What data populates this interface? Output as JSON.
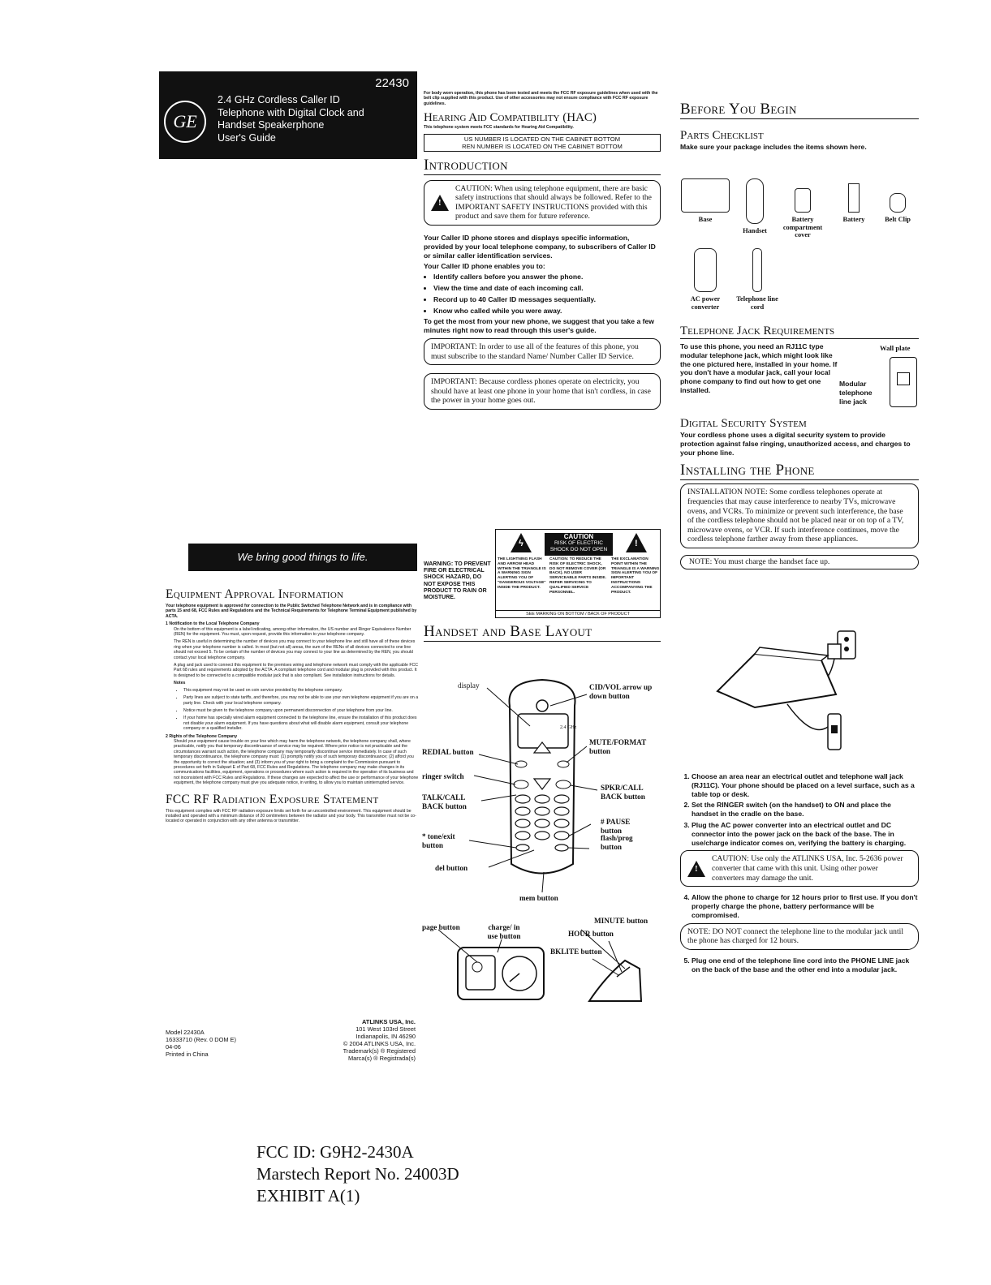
{
  "cover": {
    "model": "22430",
    "logo": "GE",
    "title_lines": [
      "2.4 GHz Cordless Caller ID",
      "Telephone with Digital Clock and",
      "Handset Speakerphone",
      "User's Guide"
    ],
    "tagline": "We bring good things to life."
  },
  "equipment": {
    "heading": "Equipment Approval Information",
    "intro": "Your telephone equipment is approved for connection to the Public Switched Telephone Network and is in compliance with parts 15 and 68, FCC Rules and Regulations and the Technical Requirements for Telephone Terminal Equipment published by ACTA.",
    "item1_title": "1  Notification to the Local Telephone Company",
    "item1_p1": "On the bottom of this equipment is a label indicating, among other information, the US number and Ringer Equivalence Number (REN) for the equipment. You must, upon request, provide this information to your telephone company.",
    "item1_p2": "The REN is useful in determining the number of devices you may connect to your telephone line and still have all of these devices ring when your telephone number is called. In most (but not all) areas, the sum of the RENs of all devices connected to one line should not exceed 5. To be certain of the number of devices you may connect to your line as determined by the REN, you should contact your local telephone company.",
    "item1_p3": "A plug and jack used to connect this equipment to the premises wiring and telephone network must comply with the applicable FCC Part 68 rules and requirements adopted by the ACTA. A compliant telephone cord and modular plug is provided with this product. It is designed to be connected to a compatible modular jack that is also compliant. See installation instructions for details.",
    "notes_title": "Notes",
    "notes": [
      "This equipment may not be used on coin service provided by the telephone company.",
      "Party lines are subject to state tariffs, and therefore, you may not be able to use your own telephone equipment if you are on a party line. Check with your local telephone company.",
      "Notice must be given to the telephone company upon permanent disconnection of your telephone from your line.",
      "If your home has specially wired alarm equipment connected to the telephone line, ensure the installation of this product does not disable your alarm equipment. If you have questions about what will disable alarm equipment, consult your telephone company or a qualified installer."
    ],
    "item2_title": "2  Rights of the Telephone Company",
    "item2_text": "Should your equipment cause trouble on your line which may harm the telephone network, the telephone company shall, where practicable, notify you that temporary discontinuance of service may be required. Where prior notice is not practicable and the circumstances warrant such action, the telephone company may temporarily discontinue service immediately. In case of such temporary discontinuance, the telephone company must: (1) promptly notify you of such temporary discontinuance; (2) afford you the opportunity to correct the situation; and (3) inform you of your right to bring a complaint to the Commission pursuant to procedures set forth in Subpart E of Part 68, FCC Rules and Regulations. The telephone company may make changes in its communications facilities, equipment, operations or procedures where such action is required in the operation of its business and not inconsistent with FCC Rules and Regulations. If these changes are expected to affect the use or performance of your telephone equipment, the telephone company must give you adequate notice, in writing, to allow you to maintain uninterrupted service."
  },
  "fcc_rf": {
    "heading": "FCC RF Radiation Exposure Statement",
    "text": "This equipment complies with FCC RF radiation exposure limits set forth for an uncontrolled environment. This equipment should be installed and operated with a minimum distance of 20 centimeters between the radiator and your body. This transmitter must not be co-located or operated in conjunction with any other antenna or transmitter."
  },
  "footer": {
    "left_lines": [
      "Model 22430A",
      "16333710 (Rev. 0 DOM E)",
      "04-06",
      "Printed in China"
    ],
    "right_lines": [
      "ATLINKS USA, Inc.",
      "101 West 103rd Street",
      "Indianapolis, IN 46290",
      "© 2004 ATLINKS USA, Inc.",
      "Trademark(s) ® Registered",
      "Marca(s) ® Registrada(s)"
    ]
  },
  "col2": {
    "body_worn": "For body worn operation, this phone has been tested and meets the FCC RF exposure guidelines when used with the belt clip supplied with this product. Use of other accessories may not ensure compliance with FCC RF exposure guidelines.",
    "hac_heading": "Hearing Aid Compatibility (HAC)",
    "hac_text": "This telephone system meets FCC standards for Hearing Aid Compatibility.",
    "us_number_line1": "US NUMBER IS LOCATED ON THE CABINET BOTTOM",
    "us_number_line2": "REN NUMBER IS LOCATED ON THE CABINET BOTTOM",
    "intro_heading": "Introduction",
    "caution": "CAUTION: When using telephone equipment, there are basic safety instructions that should always be followed. Refer to the IMPORTANT SAFETY INSTRUCTIONS provided with this product and save them for future reference.",
    "intro_p1": "Your Caller ID phone stores and displays specific information, provided by your local telephone company, to subscribers of Caller ID or similar caller identification services.",
    "intro_p2": "Your Caller ID phone enables you to:",
    "bullets": [
      "Identify callers before you answer the phone.",
      "View the time and date of each incoming call.",
      "Record up to 40 Caller ID messages sequentially.",
      "Know who called while you were away."
    ],
    "intro_p3": "To get the most from your new phone, we suggest that you take a few minutes right now to read through this user's guide.",
    "important1": "IMPORTANT: In order to use all of the features of this phone, you must subscribe to the standard Name/ Number Caller ID Service.",
    "important2": "IMPORTANT: Because cordless phones operate on electricity, you should have at least one phone in your home that isn't cordless, in case the power in your home goes out.",
    "warning_left": "WARNING: TO PREVENT FIRE OR ELECTRICAL SHOCK HAZARD, DO NOT EXPOSE THIS PRODUCT TO RAIN OR MOISTURE.",
    "warning_caution_title": "CAUTION",
    "warning_caution_sub": "RISK OF ELECTRIC SHOCK DO NOT OPEN",
    "warning_mid_left": "THE LIGHTNING FLASH AND ARROW HEAD WITHIN THE TRIANGLE IS A WARNING SIGN ALERTING YOU OF \"DANGEROUS VOLTAGE\" INSIDE THE PRODUCT.",
    "warning_mid_center": "CAUTION: TO REDUCE THE RISK OF ELECTRIC SHOCK, DO NOT REMOVE COVER (OR BACK). NO USER SERVICEABLE PARTS INSIDE. REFER SERVICING TO QUALIFIED SERVICE PERSONNEL.",
    "warning_mid_right": "THE EXCLAMATION POINT WITHIN THE TRIANGLE IS A WARNING SIGN ALERTING YOU OF IMPORTANT INSTRUCTIONS ACCOMPANYING THE PRODUCT.",
    "warning_footer": "SEE MARKING ON BOTTOM / BACK OF PRODUCT",
    "layout_heading": "Handset and Base Layout",
    "labels": {
      "display": "display",
      "cid_vol": "CID/VOL arrow up down button",
      "redial": "REDIAL button",
      "mute": "MUTE/FORMAT button",
      "ringer": "ringer switch",
      "talk": "TALK/CALL BACK button",
      "spkr": "SPKR/CALL BACK button",
      "pause": "# PAUSE button",
      "tone": "* tone/exit button",
      "flash": "flash/prog button",
      "del": "del button",
      "mem": "mem button",
      "page": "page button",
      "charge": "charge/ in use button",
      "minute": "MINUTE button",
      "hour": "HOUR button",
      "bklite": "BKLITE button"
    },
    "handset_screen_text": "2.4 GHz"
  },
  "col3": {
    "before_heading": "Before You Begin",
    "parts_heading": "Parts Checklist",
    "parts_intro": "Make sure your package includes the items shown here.",
    "parts": [
      "Base",
      "Handset",
      "Battery compartment cover",
      "Battery",
      "Belt Clip",
      "AC power converter",
      "Telephone line cord"
    ],
    "jack_heading": "Telephone Jack Requirements",
    "jack_text": "To use this phone, you need an RJ11C type modular telephone jack, which might look like the one pictured here, installed in your home. If you don't have a modular jack, call your local phone company to find out how to get one installed.",
    "wall_plate": "Wall plate",
    "modular_jack": "Modular telephone line jack",
    "dss_heading": "Digital Security System",
    "dss_text": "Your cordless phone uses a digital security system to provide protection against false ringing, unauthorized access, and charges to your phone line.",
    "install_heading": "Installing the Phone",
    "install_note": "INSTALLATION NOTE: Some cordless telephones operate at frequencies that may cause interference to nearby TVs, microwave ovens, and VCRs. To minimize or prevent such interference, the base of the cordless telephone should not be placed near or on top of a TV, microwave ovens, or VCR. If such interference continues, move the cordless telephone farther away from these appliances.",
    "note_charge": "NOTE: You must charge the handset face up.",
    "steps_a": [
      "Choose an area near an electrical outlet and telephone wall jack (RJ11C). Your phone should be placed on a level surface, such as a table top or desk.",
      "Set the RINGER switch (on the handset) to ON and place the handset in the cradle on the base.",
      "Plug the AC power converter into an electrical outlet and DC connector into the power jack on the back of the base. The in use/charge indicator comes on, verifying the battery is charging."
    ],
    "caution2": "CAUTION: Use only the ATLINKS USA, Inc. 5-2636 power converter that came with this unit. Using other power converters may damage the unit.",
    "step4": "Allow the phone to charge for 12 hours prior to first use. If you don't properly charge the phone, battery performance will be compromised.",
    "note_donot": "NOTE: DO NOT connect the telephone line to the modular jack until the phone has charged for 12 hours.",
    "step5": "Plug one end of the telephone line cord into the PHONE LINE jack on the back of the base and the other end into a modular jack."
  },
  "fcc_id": {
    "line1": "FCC ID: G9H2-2430A",
    "line2": "Marstech Report No. 24003D",
    "line3": "EXHIBIT A(1)"
  }
}
